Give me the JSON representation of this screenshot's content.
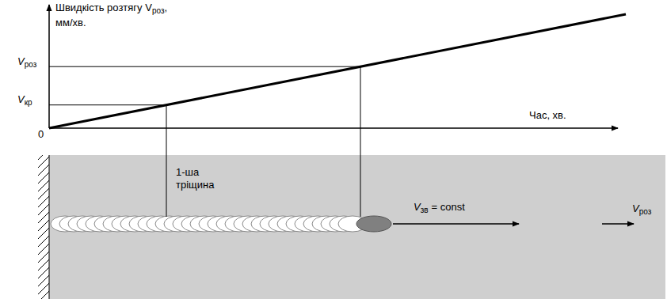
{
  "diagram": {
    "labels": [
      "Швидкість розтягу V",
      "роз",
      ",",
      "мм/хв.",
      "V",
      "роз",
      "V",
      "кр",
      "0",
      "Час, хв.",
      "1-ша тріщина",
      "V",
      "зв",
      "= const",
      "V",
      "роз"
    ]
  }
}
